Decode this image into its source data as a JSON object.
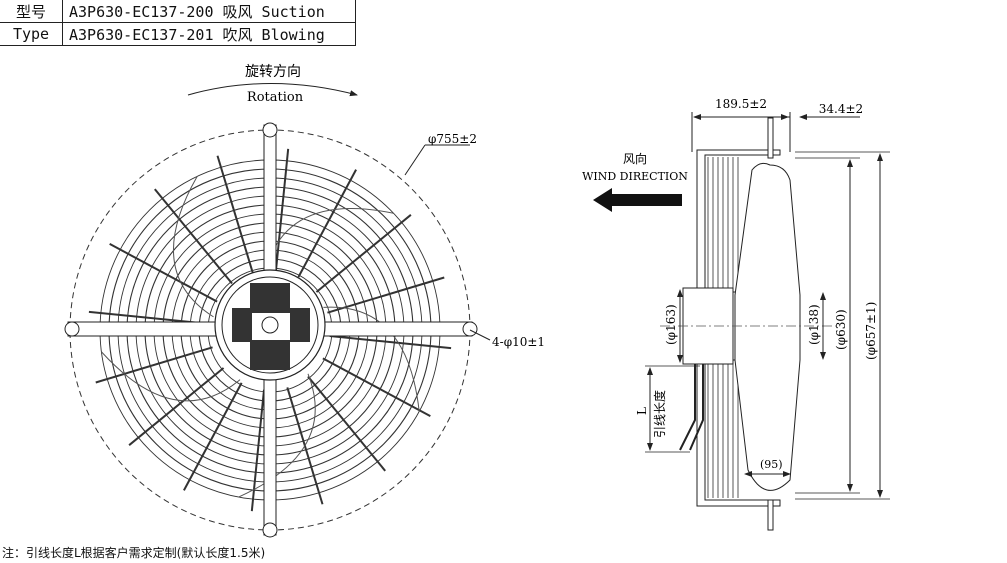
{
  "model_table": {
    "rows": [
      {
        "header": "型号",
        "value": "A3P630-EC137-200 吸风 Suction"
      },
      {
        "header": "Type",
        "value": "A3P630-EC137-201 吹风 Blowing"
      }
    ]
  },
  "front_view": {
    "rotation_cn": "旋转方向",
    "rotation_en": "Rotation",
    "dia_outer": "φ755±2",
    "holes": "4-φ10±1"
  },
  "side_view": {
    "wind_cn": "风向",
    "wind_en": "WIND DIRECTION",
    "dim_depth": "189.5±2",
    "dim_offset": "34.4±2",
    "dim_hub": "(φ163)",
    "dim_motor": "(φ138)",
    "dim_ring": "(φ630)",
    "dim_total": "(φ657±1)",
    "dim_blade": "(95)",
    "lead_label": "L",
    "lead_cn": "引线长度"
  },
  "note": "注：引线长度L根据客户需求定制(默认长度1.5米)",
  "colors": {
    "line": "#222222",
    "watermark": "#9fb6de"
  }
}
